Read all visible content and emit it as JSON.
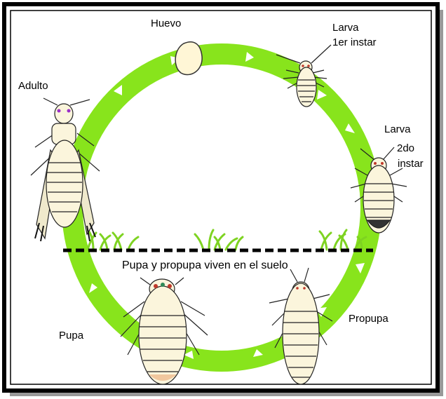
{
  "labels": {
    "huevo": "Huevo",
    "larva1_line1": "Larva",
    "larva1_line2": "1er instar",
    "larva2_line1": "Larva",
    "larva2_line2": "2do",
    "larva2_line3": "instar",
    "adulto": "Adulto",
    "pupa": "Pupa",
    "propupa": "Propupa",
    "soil_note": "Pupa y propupa viven en el suelo"
  },
  "colors": {
    "cycle_ring": "#88e41c",
    "arrow": "#ffffff",
    "frame": "#000000",
    "ground_line": "#000000",
    "grass": "#7ed321",
    "insect_body": "#fbf5dc",
    "insect_outline": "#222222",
    "egg": "#fff6d6"
  },
  "icons": [
    "egg-icon",
    "larva-icon",
    "adult-thrips-icon",
    "pupa-icon",
    "propupa-icon",
    "grass-icon",
    "cycle-arrow-icon"
  ]
}
